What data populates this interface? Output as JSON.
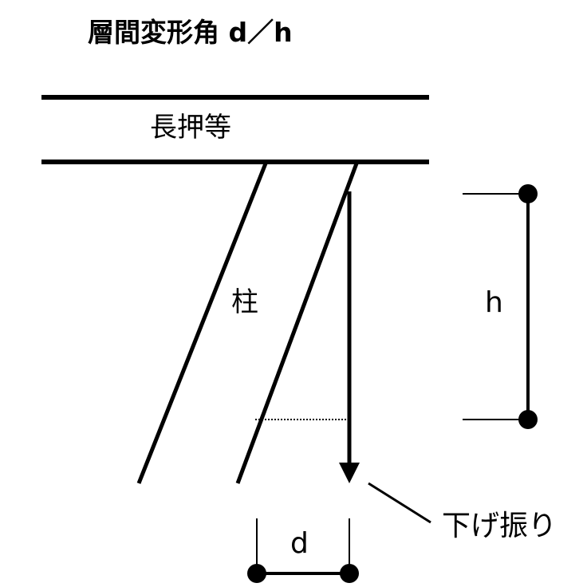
{
  "title": "層間変形角 d／h",
  "labels": {
    "beam": "長押等",
    "column": "柱",
    "height": "h",
    "displacement": "d",
    "plumb": "下げ振り"
  },
  "colors": {
    "line": "#000000",
    "background": "#ffffff"
  }
}
